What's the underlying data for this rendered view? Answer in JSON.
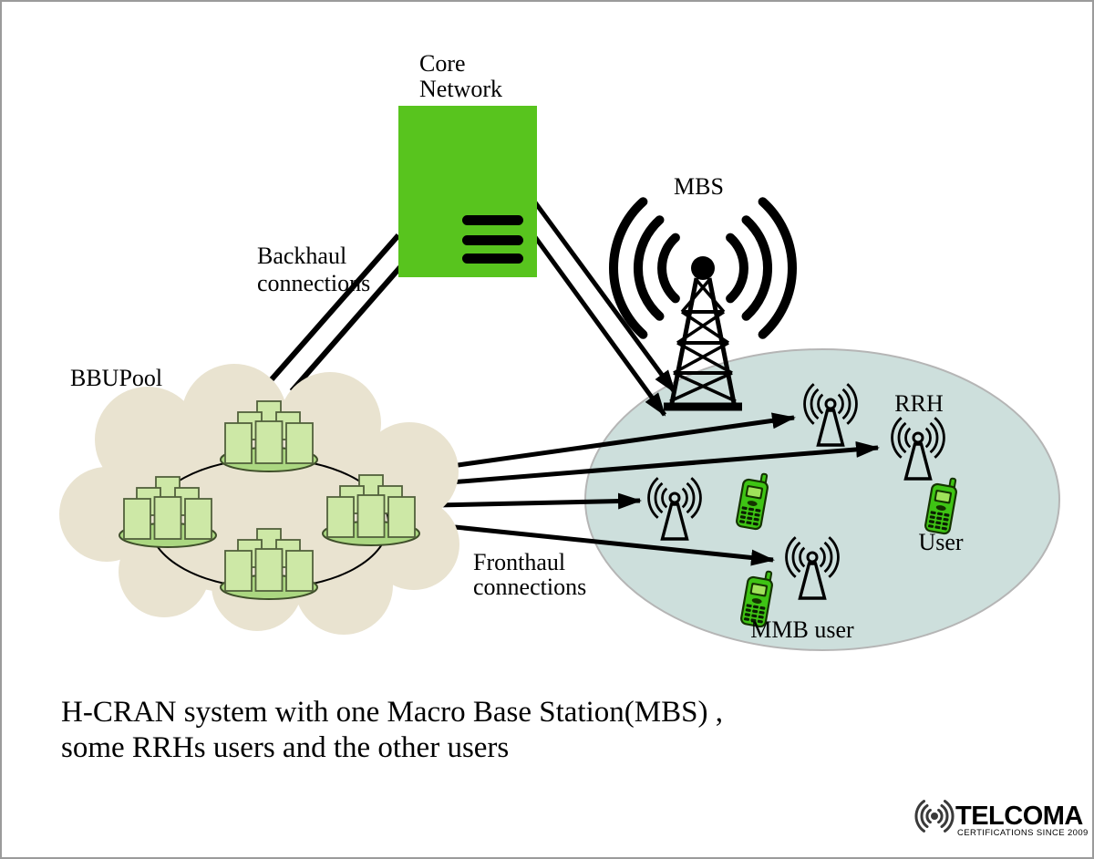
{
  "diagram": {
    "core_network": {
      "line1": "Core",
      "line2": "Network"
    },
    "mbs_label": "MBS",
    "backhaul": {
      "line1": "Backhaul",
      "line2": "connections"
    },
    "fronthaul": {
      "line1": "Fronthaul",
      "line2": "connections"
    },
    "bbu_pool_label": "BBUPool",
    "rrh_label": "RRH",
    "user_label": "User",
    "mmb_user_label": "MMB user"
  },
  "caption": {
    "line1": "H-CRAN system with one Macro Base Station(MBS) ,",
    "line2": "some RRHs users and the other users"
  },
  "logo": {
    "name": "TELCOMA",
    "tagline": "CERTIFICATIONS SINCE 2009"
  },
  "icons": {
    "mbs": "radio-tower-icon",
    "mbs_waves": "radio-waves-icon",
    "rrh": "antenna-icon",
    "user": "mobile-phone-icon",
    "bbu": "server-cluster-icon",
    "logo_mark": "signal-waves-icon"
  },
  "colors": {
    "core_network_fill": "#58c41e",
    "cloud_fill": "#e9e3d0",
    "coverage_fill": "#cddfdc",
    "coverage_stroke": "#b5b5b5",
    "server_fill": "#cde8a6",
    "server_stroke": "#52603c",
    "server_base_fill": "#abd781",
    "server_base_stroke": "#3f4f2a",
    "phone_fill": "#3ec414",
    "phone_stroke": "#143300",
    "phone_screen": "#9fe25a",
    "line_color": "#000000",
    "logo_color": "#3a3a3a"
  }
}
